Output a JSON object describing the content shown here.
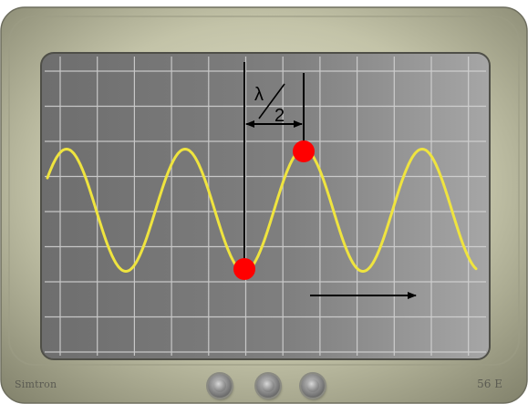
{
  "device": {
    "brand_left": "Simtron",
    "brand_right": "56 E"
  },
  "annotation": {
    "lambda_symbol": "λ",
    "divisor": "2"
  },
  "colors": {
    "bezel_light": "#dcdcc8",
    "bezel_dark": "#8b8b74",
    "screen": "#7d7d7d",
    "grid": "#d9d9d9",
    "wave": "#f0e442",
    "marker": "#ff0000",
    "line": "#000000"
  },
  "controls": {
    "knobs": [
      "knob-1",
      "knob-2",
      "knob-3"
    ]
  }
}
